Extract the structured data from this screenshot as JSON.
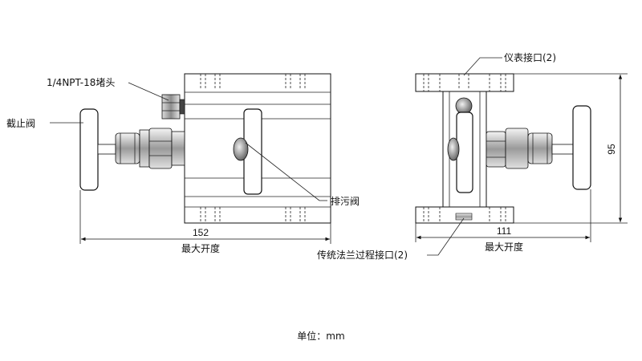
{
  "labels": {
    "plug": "1/4NPT-18堵头",
    "stop_valve": "截止阀",
    "drain_valve": "排污阀",
    "instrument_port": "仪表接口(2)",
    "flange_port": "传统法兰过程接口(2)"
  },
  "dimensions": {
    "front_width": "152",
    "front_width_note": "最大开度",
    "side_width": "111",
    "side_width_note": "最大开度",
    "height": "95"
  },
  "footer": {
    "unit": "单位：mm"
  }
}
